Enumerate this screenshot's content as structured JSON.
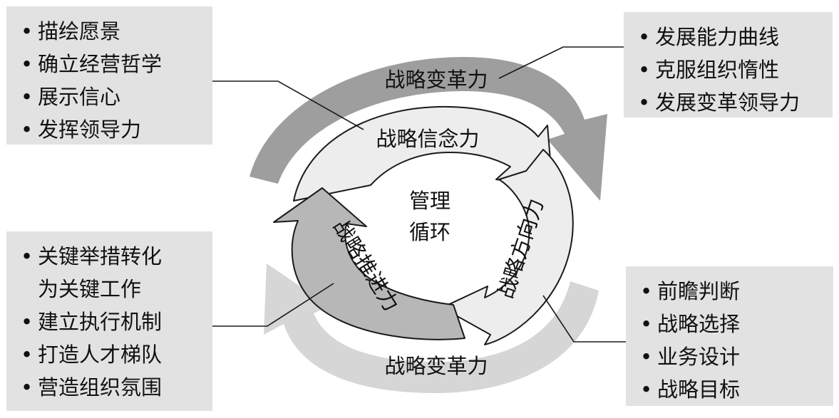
{
  "diagram": {
    "center": {
      "line1": "管理",
      "line2": "循环"
    },
    "outer_top_label": "战略变革力",
    "outer_bottom_label": "战略变革力",
    "segment_top_label": "战略信念力",
    "segment_right_label": "战略方向力",
    "segment_left_label": "战略推进力"
  },
  "boxes": {
    "top_left": {
      "items": [
        "描绘愿景",
        "确立经营哲学",
        "展示信心",
        "发挥领导力"
      ]
    },
    "top_right": {
      "items": [
        "发展能力曲线",
        "克服组织惰性",
        "发展变革领导力"
      ]
    },
    "bottom_left": {
      "items": [
        "关键举措转化\n为关键工作",
        "建立执行机制",
        "打造人才梯队",
        "营造组织氛围"
      ]
    },
    "bottom_right": {
      "items": [
        "前瞻判断",
        "战略选择",
        "业务设计",
        "战略目标"
      ]
    }
  },
  "colors": {
    "box_fill": "#e2e2e2",
    "outer_arrow_top": "#9e9e9e",
    "outer_arrow_bottom": "#d6d6d6",
    "segment_light": "#ededed",
    "segment_dark": "#b7b7b7",
    "outline": "#1a1a1a"
  }
}
